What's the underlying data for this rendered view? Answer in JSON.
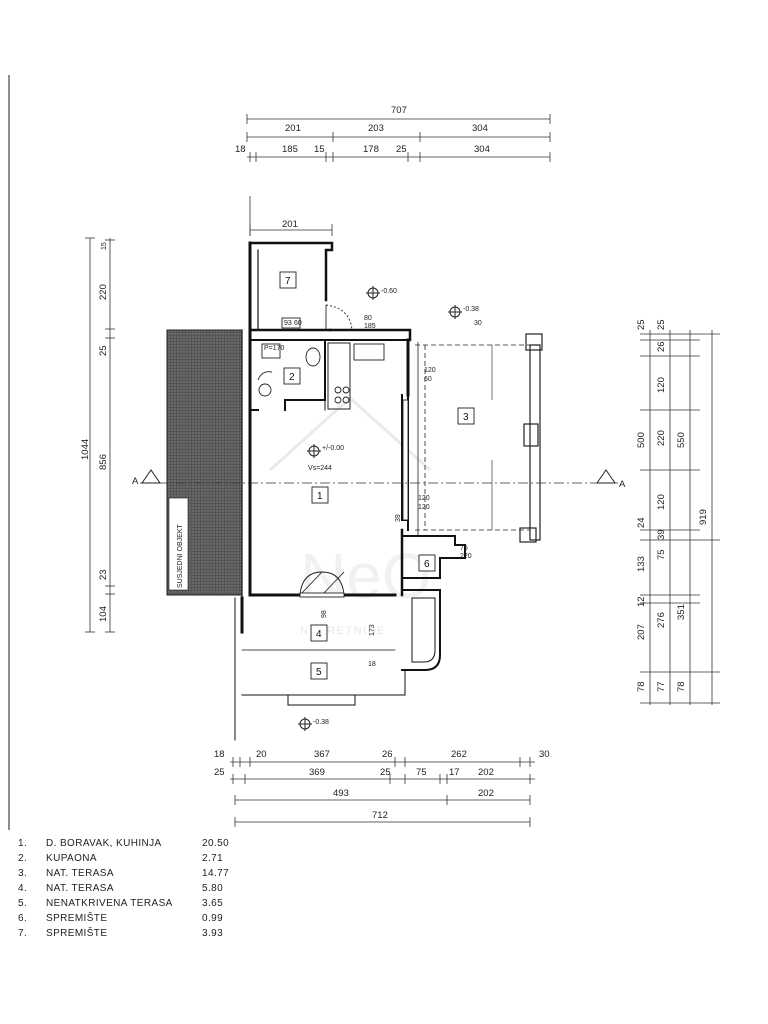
{
  "plan": {
    "dims_top_total": "707",
    "dims_top_row2": [
      "201",
      "203",
      "304"
    ],
    "dims_top_row3": [
      "18",
      "185",
      "15",
      "178",
      "25",
      "304"
    ],
    "dim_201_upper": "201",
    "dims_left": [
      "220",
      "25",
      "856",
      "23",
      "104"
    ],
    "dim_left_top": "15",
    "dim_left_total": "1044",
    "dims_right_inner": [
      "25",
      "26",
      "120",
      "220",
      "120",
      "24",
      "133",
      "12",
      "207",
      "78"
    ],
    "dims_right_mid": [
      "25",
      "120",
      "39",
      "75",
      "276",
      "77"
    ],
    "dims_right_outer": [
      "550",
      "351",
      "78"
    ],
    "dim_right_500": "500",
    "dim_right_919": "919",
    "dims_bottom_row1": [
      "18",
      "20",
      "367",
      "26",
      "262",
      "30"
    ],
    "dims_bottom_row2": [
      "25",
      "369",
      "25",
      "75",
      "17",
      "202"
    ],
    "dims_bottom_row3": [
      "493",
      "202"
    ],
    "dims_bottom_total": "712",
    "section_letter": "A",
    "neighbor_label": "SUSJEDNI OBJEKT",
    "level_entry": "-0.60",
    "level_terrace": "-0.38",
    "level_floor": "+/-0.00",
    "level_bottom": "-0.38",
    "room_height": "Vs=244",
    "p_label": "P=170",
    "door_dims": [
      "80",
      "185"
    ],
    "window_dims_1": [
      "120",
      "60"
    ],
    "window_dims_2": [
      "120",
      "120"
    ],
    "door6_dims": [
      "75",
      "220"
    ],
    "tiny_labels": [
      "93",
      "60",
      "173",
      "18",
      "98",
      "39",
      "30"
    ],
    "rooms": [
      "1",
      "2",
      "3",
      "4",
      "5",
      "6",
      "7"
    ],
    "watermark_letters": "NeO",
    "watermark_text": "NEKRETNINE"
  },
  "legend": [
    {
      "no": "1.",
      "name": "D. BORAVAK, KUHINJA",
      "area": "20.50"
    },
    {
      "no": "2.",
      "name": "KUPAONA",
      "area": "2.71"
    },
    {
      "no": "3.",
      "name": "NAT. TERASA",
      "area": "14.77"
    },
    {
      "no": "4.",
      "name": "NAT. TERASA",
      "area": "5.80"
    },
    {
      "no": "5.",
      "name": "NENATKRIVENA TERASA",
      "area": "3.65"
    },
    {
      "no": "6.",
      "name": "SPREMIŠTE",
      "area": "0.99"
    },
    {
      "no": "7.",
      "name": "SPREMIŠTE",
      "area": "3.93"
    }
  ]
}
